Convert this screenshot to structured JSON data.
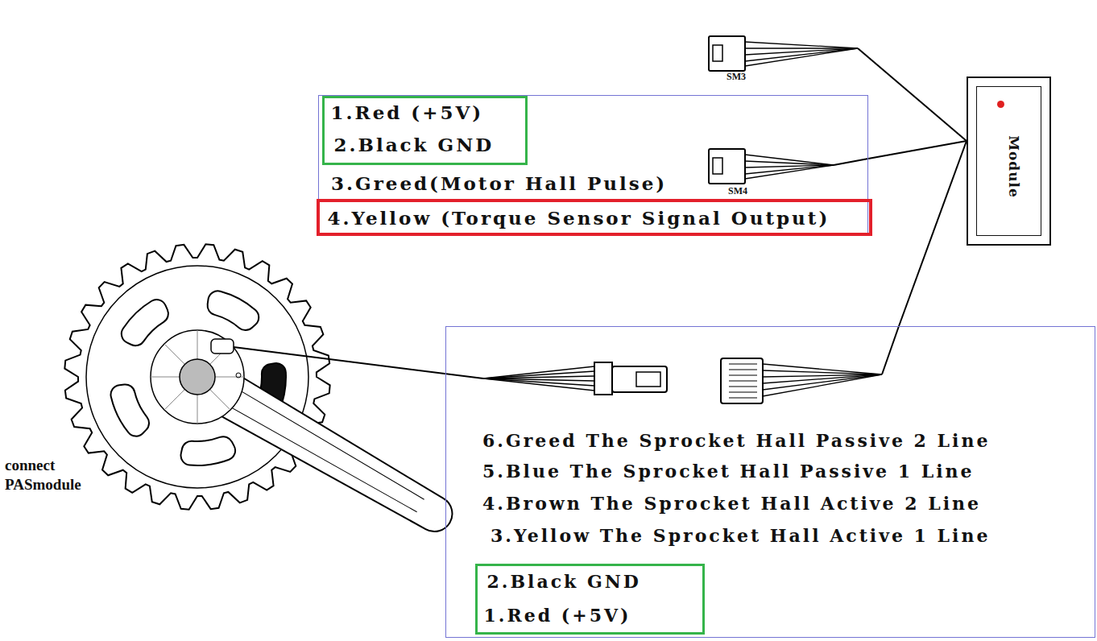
{
  "diagram": {
    "nodes": [
      {
        "text": [
          "3.Greed(Motor Hall Pulse)"
        ]
      },
      {
        "text": [
          "1.Red (+5V)",
          "2.Black GND"
        ],
        "in": 0
      },
      {
        "text": [
          "4.Yellow (Torque Sensor Signal Output)"
        ],
        "in": 0
      },
      {
        "text": [
          "Module"
        ]
      },
      {
        "text": [
          "6.Greed The Sprocket Hall Passive 2 Line",
          "5.Blue The Sprocket Hall Passive 1 Line",
          "4.Brown The Sprocket Hall Active 2 Line",
          "3.Yellow The Sprocket Hall Active 1 Line"
        ]
      },
      {
        "text": [
          "2.Black GND",
          "1.Red (+5V)"
        ],
        "in": 4
      }
    ],
    "edges": [
      {
        "from": 3,
        "to": 0,
        "arrow": "none"
      },
      {
        "from": 3,
        "to": 4,
        "arrow": "none"
      }
    ],
    "labels": [
      "SM3",
      "SM4",
      "connect PASmodule"
    ]
  }
}
